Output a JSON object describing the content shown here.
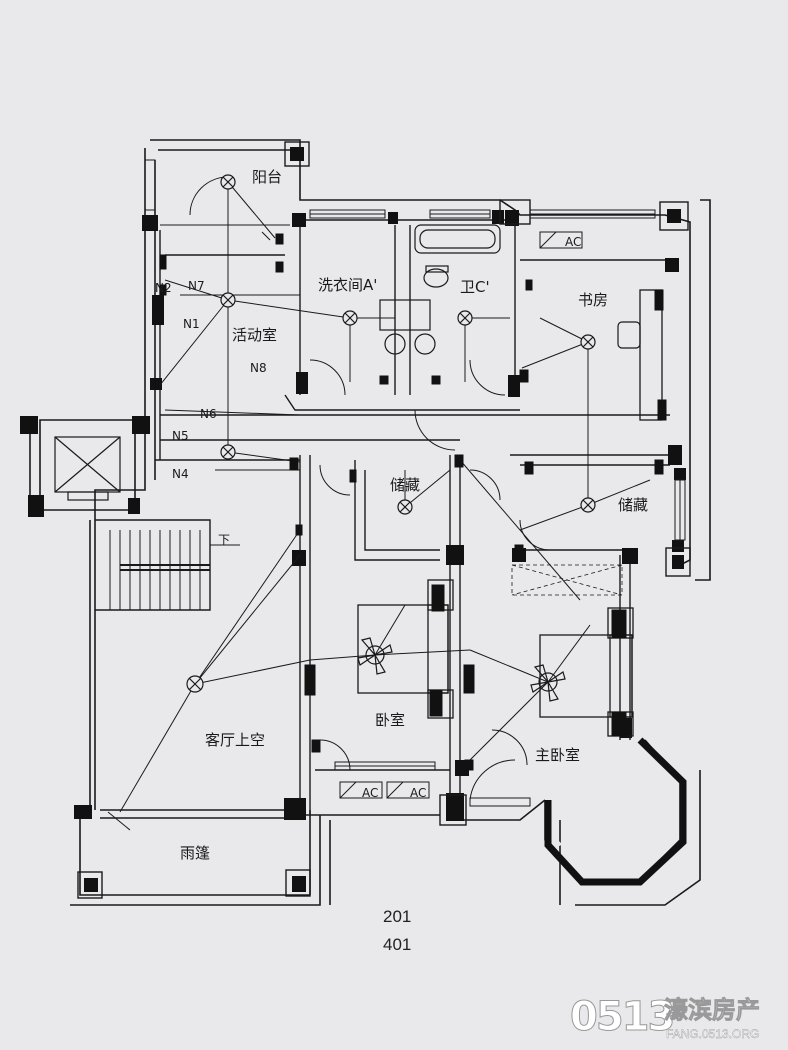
{
  "rooms": {
    "balcony": "阳台",
    "activity": "活动室",
    "laundry": "洗衣间A'",
    "bath": "卫C'",
    "study": "书房",
    "storage1": "储藏",
    "storage2": "储藏",
    "living_void": "客厅上空",
    "bedroom": "卧室",
    "master": "主卧室",
    "canopy": "雨篷"
  },
  "circuits": [
    "N1",
    "N2",
    "N4",
    "N5",
    "N6",
    "N7",
    "N8"
  ],
  "misc": {
    "stair_down": "下",
    "ac": "AC"
  },
  "unit_numbers": [
    "201",
    "401"
  ],
  "watermark": {
    "number": "0513",
    "brand": "濠滨房产",
    "url": "FANG.0513.ORG"
  },
  "colors": {
    "paper": "#e9e9ec",
    "line": "#1a1a1a",
    "wall": "#111111"
  }
}
